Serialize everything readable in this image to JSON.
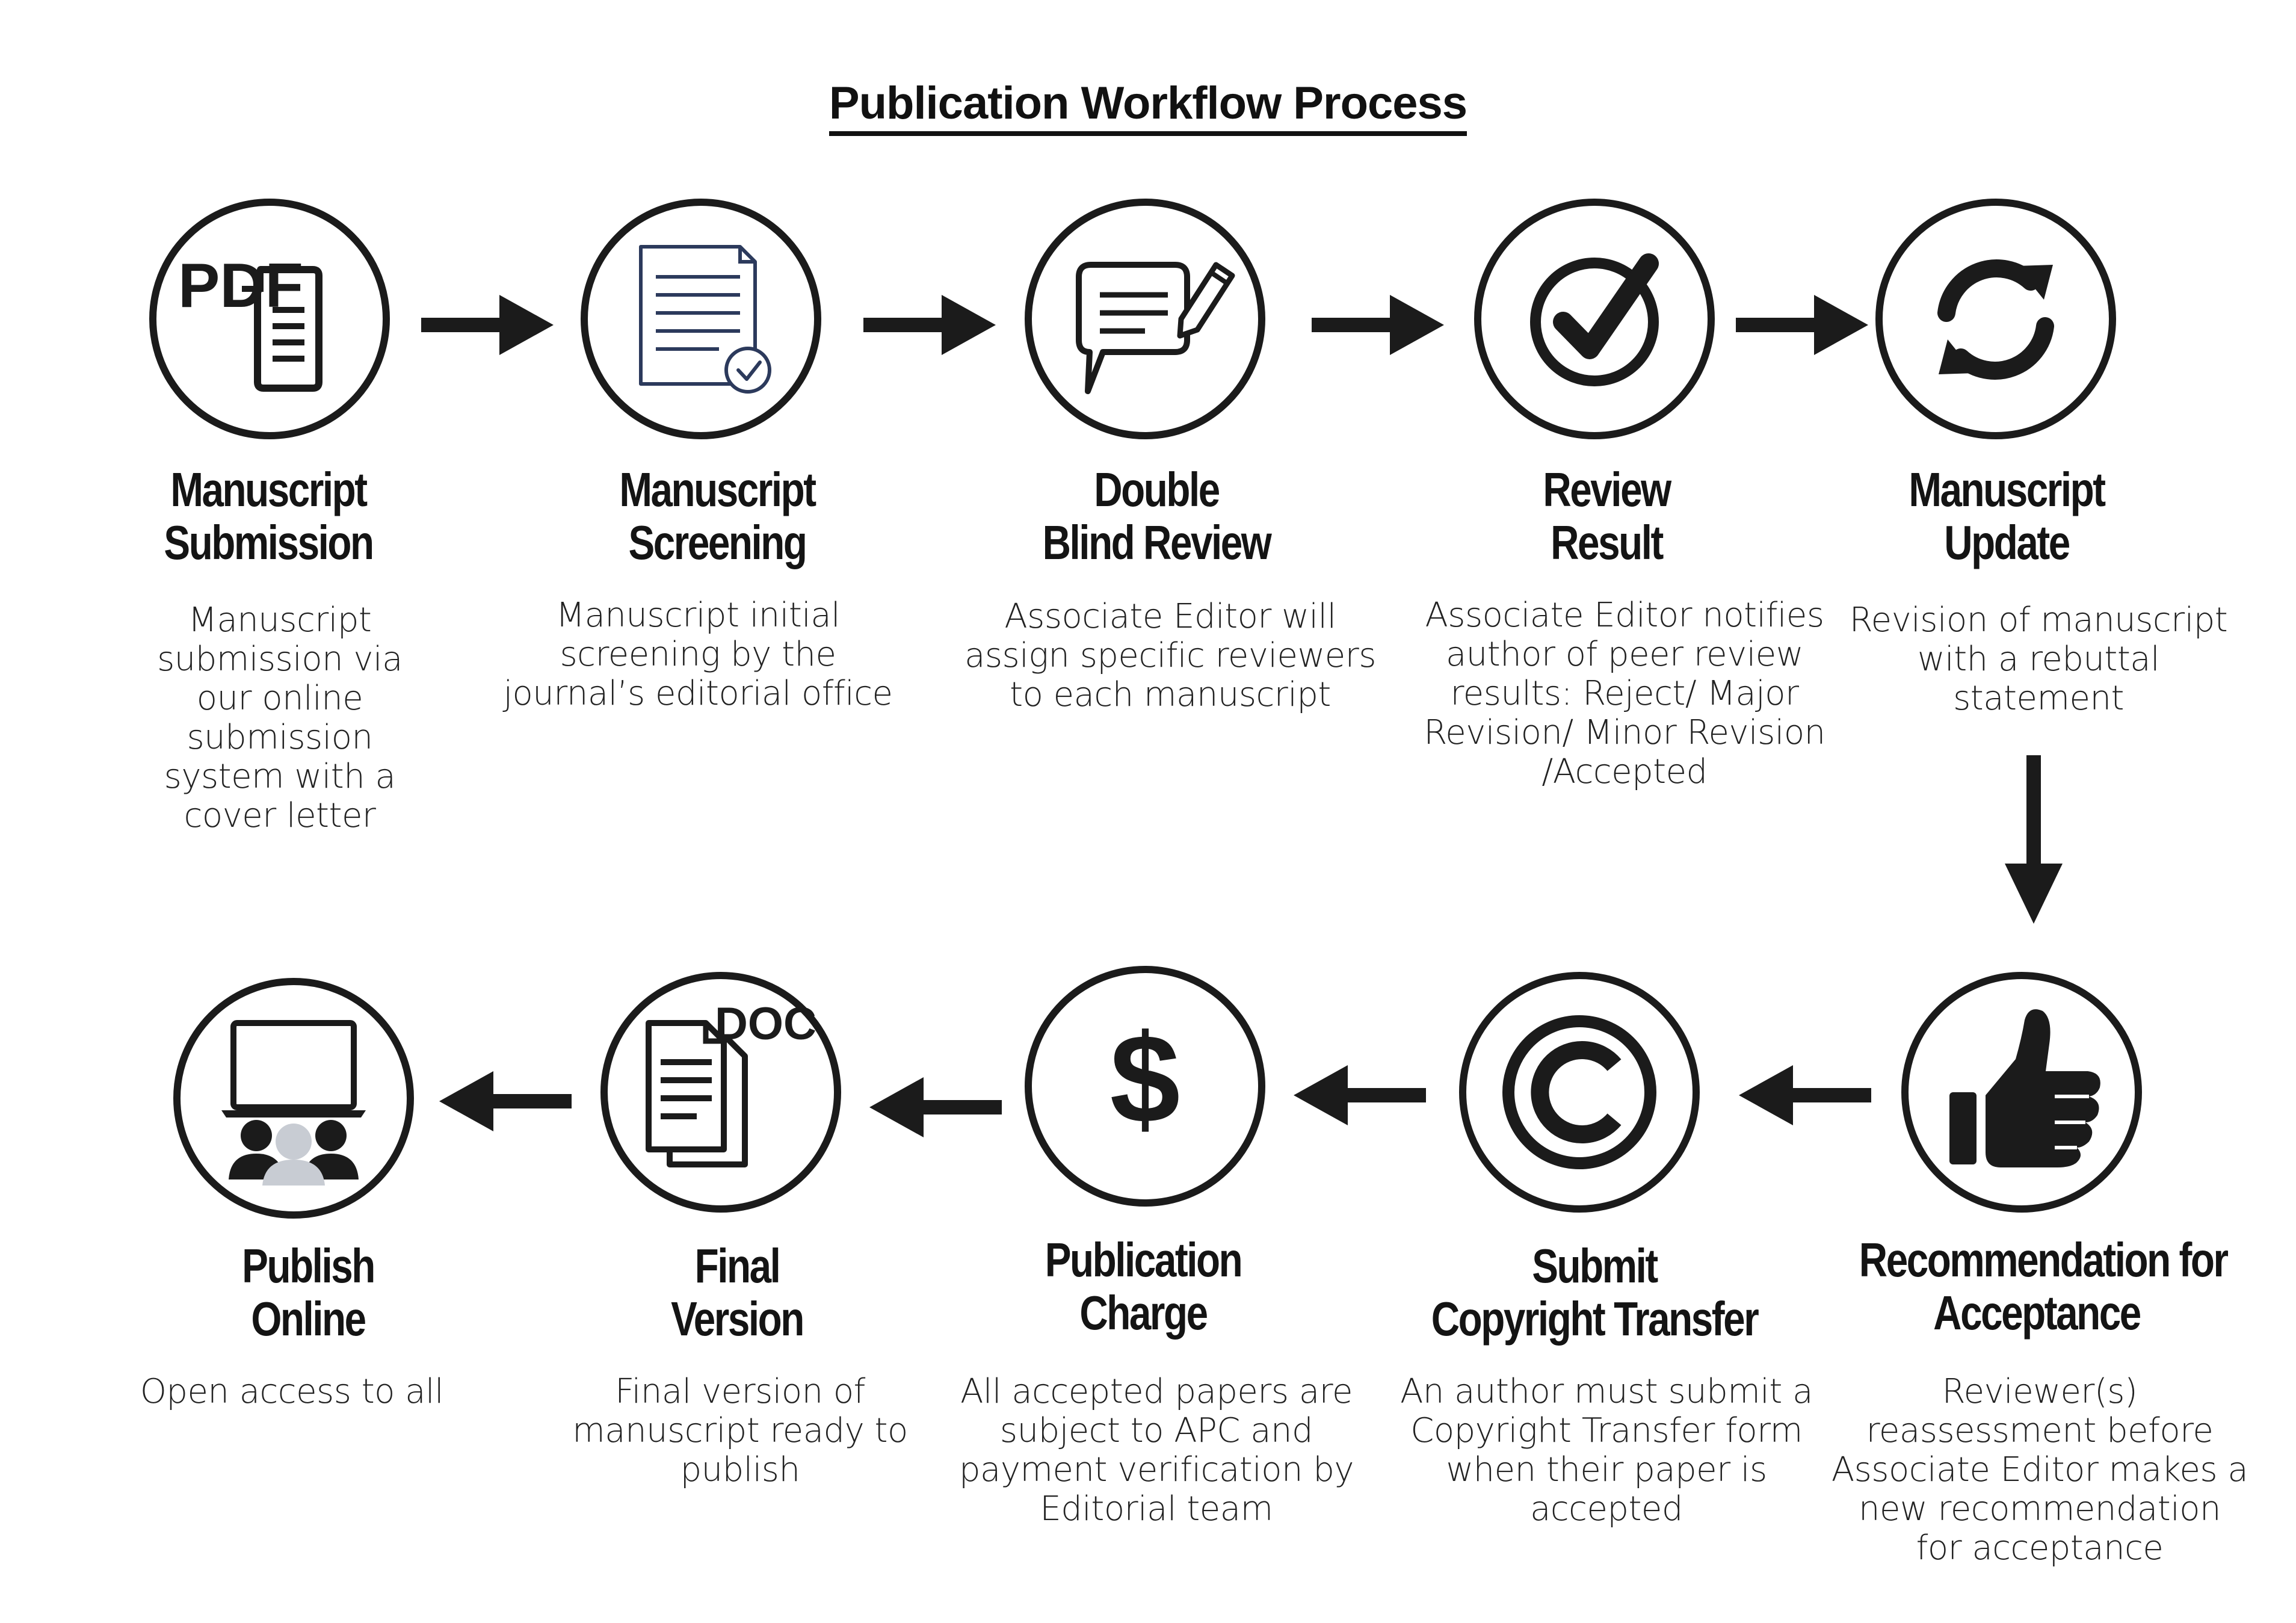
{
  "title": "Publication  Workflow Process",
  "steps": [
    {
      "id": "manuscript-submission",
      "icon": "pdf-document-icon",
      "icon_text": "PDF",
      "heading": [
        "Manuscript",
        "Submission"
      ],
      "description": [
        "Manuscript",
        "submission via",
        "our online",
        "submission",
        "system with a",
        "cover letter"
      ]
    },
    {
      "id": "manuscript-screening",
      "icon": "checked-document-icon",
      "heading": [
        "Manuscript",
        "Screening"
      ],
      "description": [
        "Manuscript  initial",
        "screening by the",
        "journal’s editorial office"
      ]
    },
    {
      "id": "double-blind-review",
      "icon": "chat-pencil-icon",
      "heading": [
        "Double",
        "Blind Review"
      ],
      "description": [
        "Associate Editor will",
        "assign specific reviewers",
        "to each manuscript"
      ]
    },
    {
      "id": "review-result",
      "icon": "checkmark-circle-icon",
      "heading": [
        "Review",
        "Result"
      ],
      "description": [
        "Associate Editor notifies",
        "author of peer review",
        "results: Reject/ Major",
        "Revision/ Minor Revision",
        "/Accepted"
      ]
    },
    {
      "id": "manuscript-update",
      "icon": "refresh-icon",
      "heading": [
        "Manuscript",
        "Update"
      ],
      "description": [
        "Revision of manuscript",
        "with a rebuttal",
        "statement"
      ]
    },
    {
      "id": "recommendation-for-acceptance",
      "icon": "thumbs-up-icon",
      "heading": [
        "Recommendation for",
        "Acceptance"
      ],
      "description": [
        "Reviewer(s)",
        "reassessment before",
        "Associate Editor makes a",
        "new recommendation",
        "for acceptance"
      ]
    },
    {
      "id": "submit-copyright-transfer",
      "icon": "copyright-icon",
      "heading": [
        "Submit",
        "Copyright Transfer"
      ],
      "description": [
        "An author must submit a",
        "Copyright Transfer form",
        "when their paper is",
        "accepted"
      ]
    },
    {
      "id": "publication-charge",
      "icon": "dollar-icon",
      "heading": [
        "Publication",
        "Charge"
      ],
      "description": [
        "All accepted papers are",
        "subject to APC and",
        "payment verification by",
        "Editorial team"
      ]
    },
    {
      "id": "final-version",
      "icon": "doc-files-icon",
      "icon_text": "DOC",
      "heading": [
        "Final",
        "Version"
      ],
      "description": [
        "Final version of",
        "manuscript ready to",
        "publish"
      ]
    },
    {
      "id": "publish-online",
      "icon": "laptop-audience-icon",
      "heading": [
        "Publish",
        "Online"
      ],
      "description": [
        "Open access to all"
      ]
    }
  ],
  "colors": {
    "ink": "#1b1b1b",
    "audience_highlight": "#c8ccd3",
    "line_icon": "#2c3a5c"
  }
}
